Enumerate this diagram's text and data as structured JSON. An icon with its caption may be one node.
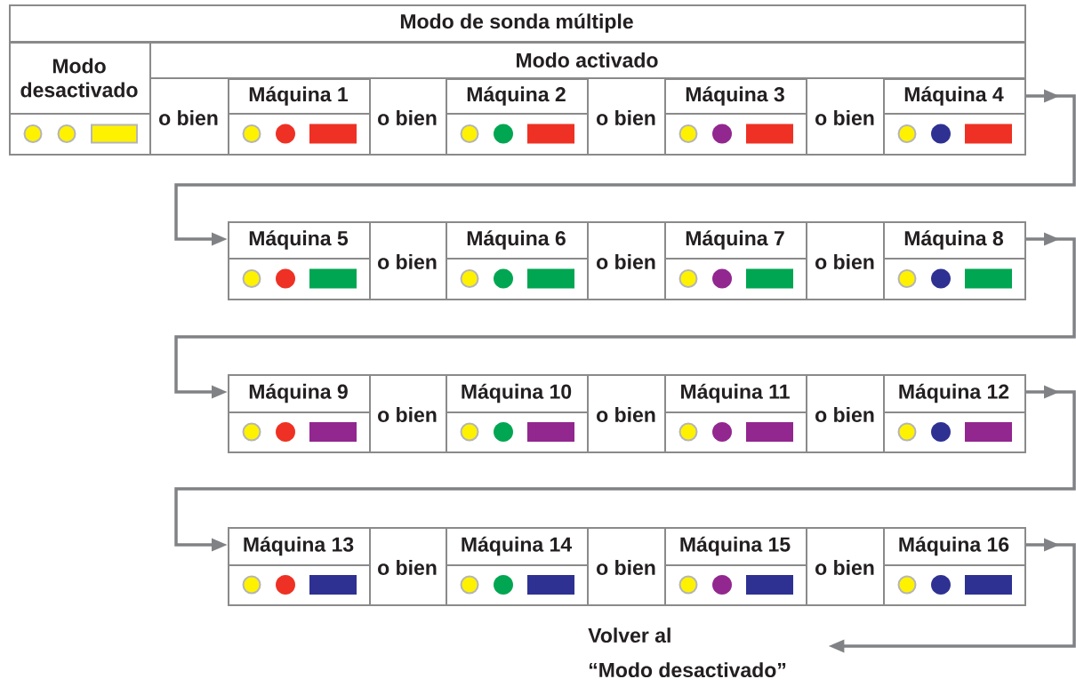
{
  "diagram": {
    "nodes": [
      {
        "text": [
          "Modo de sonda múltiple"
        ]
      },
      {
        "text": [
          "Modo desactivado"
        ],
        "in": 0
      },
      {
        "text": [
          "Modo activado"
        ],
        "in": 0
      },
      {
        "text": [
          "Máquina 1"
        ],
        "in": 2
      },
      {
        "text": [
          "Máquina 2"
        ],
        "in": 2
      },
      {
        "text": [
          "Máquina 3"
        ],
        "in": 2
      },
      {
        "text": [
          "Máquina 4"
        ],
        "in": 2
      },
      {
        "text": [],
        "shape": "box"
      },
      {
        "text": [
          "Máquina 5"
        ],
        "in": 7
      },
      {
        "text": [
          "Máquina 6"
        ],
        "in": 7
      },
      {
        "text": [
          "Máquina 7"
        ],
        "in": 7
      },
      {
        "text": [
          "Máquina 8"
        ],
        "in": 7
      },
      {
        "text": [],
        "shape": "box"
      },
      {
        "text": [
          "Máquina 9"
        ],
        "in": 12
      },
      {
        "text": [
          "Máquina 10"
        ],
        "in": 12
      },
      {
        "text": [
          "Máquina 11"
        ],
        "in": 12
      },
      {
        "text": [
          "Máquina 12"
        ],
        "in": 12
      },
      {
        "text": [],
        "shape": "box"
      },
      {
        "text": [
          "Máquina 13"
        ],
        "in": 17
      },
      {
        "text": [
          "Máquina 14"
        ],
        "in": 17
      },
      {
        "text": [
          "Máquina 15"
        ],
        "in": 17
      },
      {
        "text": [
          "Máquina 16"
        ],
        "in": 17
      },
      {
        "text": [
          "Volver al “Modo desactivado”"
        ]
      }
    ],
    "edges": [
      {
        "from": 6,
        "to": 8,
        "arrow": "to"
      },
      {
        "from": 11,
        "to": 13,
        "arrow": "to"
      },
      {
        "from": 16,
        "to": 18,
        "arrow": "to"
      },
      {
        "from": 21,
        "to": 22,
        "arrow": "to"
      }
    ],
    "labels": [
      "o bien",
      "o bien",
      "o bien",
      "o bien",
      "o bien",
      "o bien",
      "o bien",
      "o bien",
      "o bien",
      "o bien",
      "o bien",
      "o bien",
      "o bien"
    ]
  }
}
